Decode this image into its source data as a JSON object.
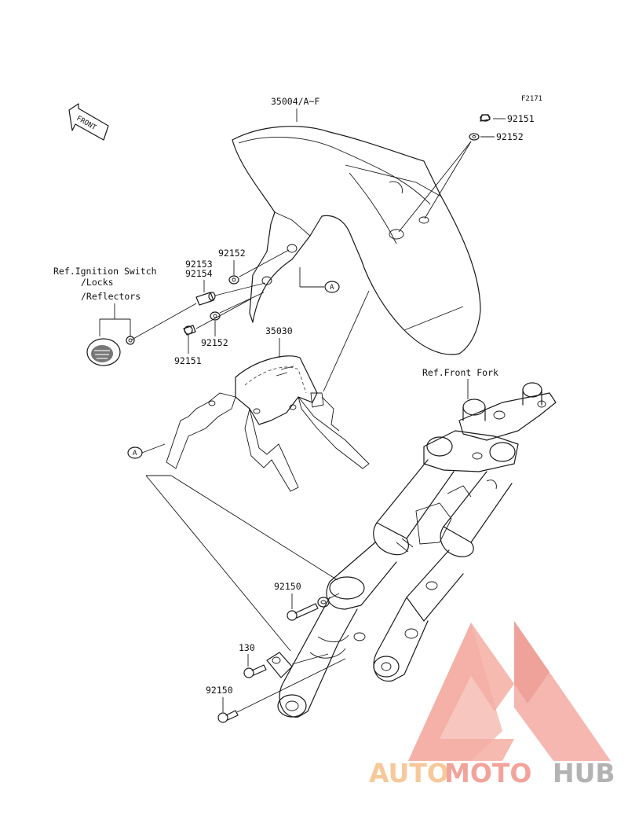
{
  "figure_code": "F2171",
  "front_arrow_label": "FRONT",
  "callouts": {
    "front_fender": "35004/A~F",
    "bracket": "35030",
    "bolt_top": "92151",
    "washer_top": "92152",
    "washer_left_upper": "92152",
    "collar_a": "92153",
    "collar_b": "92154",
    "washer_left_lower": "92152",
    "bolt_left": "92151",
    "bolt_fork_upper": "92150",
    "bolt_130": "130",
    "bolt_fork_lower": "92150"
  },
  "references": {
    "ignition_line1": "Ref.Ignition Switch",
    "ignition_line2": "/Locks",
    "ignition_line3": "/Reflectors",
    "front_fork": "Ref.Front Fork"
  },
  "markers": {
    "a_top": "A",
    "a_left": "A"
  },
  "watermark": {
    "part1": "AUTO",
    "part2": "MOTO",
    "part3": "HUB",
    "color_primary": "#f2a49b",
    "color_secondary": "#f7c99a",
    "color_dark": "#b3b3b3"
  }
}
